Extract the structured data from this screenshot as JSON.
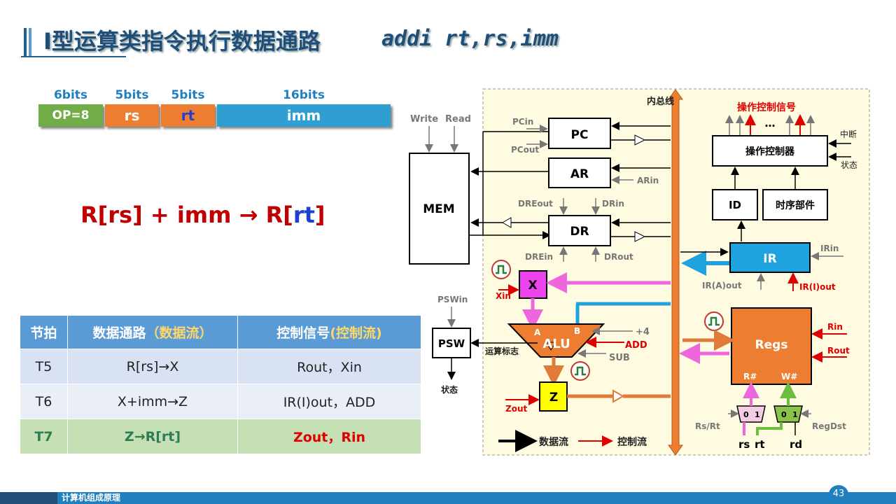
{
  "header": {
    "title": "I型运算类指令执行数据通路",
    "subtitle": "addi rt,rs,imm"
  },
  "format": {
    "fields": [
      {
        "bits": "6bits",
        "label": "OP=8",
        "color": "#70ad47"
      },
      {
        "bits": "5bits",
        "label": "rs",
        "color": "#ed7d31"
      },
      {
        "bits": "5bits",
        "label": "rt",
        "color": "#ed7d31"
      },
      {
        "bits": "16bits",
        "label": "imm",
        "color": "#2e9fd0"
      }
    ]
  },
  "formula": {
    "left": "R[rs] + imm → R[",
    "rt": "rt",
    "right": "]"
  },
  "table": {
    "headers": {
      "step": "节拍",
      "path": "数据通路",
      "path_note": "（数据流）",
      "ctrl": "控制信号",
      "ctrl_note": "(控制流)"
    },
    "rows": [
      {
        "step": "T5",
        "path": "R[rs]→X",
        "ctrl": "Rout，Xin"
      },
      {
        "step": "T6",
        "path": "X+imm→Z",
        "ctrl": "IR(I)out，ADD"
      },
      {
        "step": "T7",
        "path": "Z→R[rt]",
        "ctrl": "Zout，Rin"
      }
    ]
  },
  "diagram": {
    "bus": "内总线",
    "write": "Write",
    "read": "Read",
    "mem": "MEM",
    "pc": "PC",
    "pc_in": "PCin",
    "pc_out": "PCout",
    "ar": "AR",
    "ar_in": "ARin",
    "dr": "DR",
    "dre_out": "DREout",
    "dr_in": "DRin",
    "dre_in": "DREin",
    "dr_out": "DRout",
    "x": "X",
    "x_in": "Xin",
    "alu": "ALU",
    "alu_a": "A",
    "alu_b": "B",
    "plus4": "+4",
    "add": "ADD",
    "sub": "SUB",
    "z": "Z",
    "z_out": "Zout",
    "psw": "PSW",
    "psw_in": "PSWin",
    "flags": "运算标志",
    "state": "状态",
    "ctrl_signal": "操作控制信号",
    "ellipsis": "…",
    "controller": "操作控制器",
    "interrupt": "中断",
    "status": "状态",
    "id": "ID",
    "timing": "时序部件",
    "ir": "IR",
    "ir_in": "IRin",
    "ira_out": "IR(A)out",
    "iri_out": "IR(I)out",
    "regs": "Regs",
    "r_in": "Rin",
    "r_out": "Rout",
    "r_num": "R#",
    "w_num": "W#",
    "mux0": "0",
    "mux1": "1",
    "rs_rt": "Rs/Rt",
    "regdst": "RegDst",
    "rs": "rs",
    "rt": "rt",
    "rd": "rd",
    "legend_data": "数据流",
    "legend_ctrl": "控制流"
  },
  "footer": {
    "course": "计算机组成原理",
    "page": "43"
  },
  "colors": {
    "title": "#1f4e79",
    "accent": "#1f7fbf",
    "bus": "#ed7d31",
    "control": "#e00000",
    "panel_bg": "#fffbe0"
  }
}
